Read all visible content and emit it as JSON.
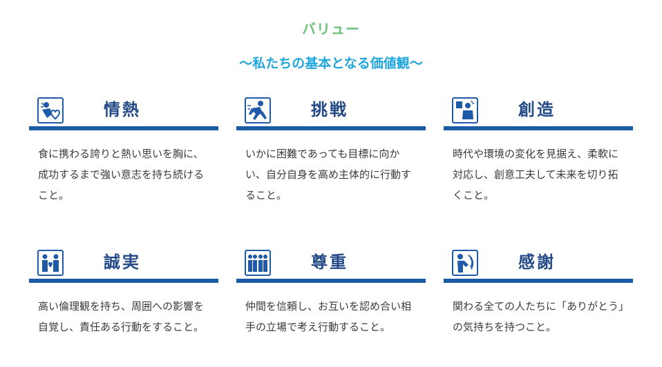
{
  "section": {
    "title": "バリュー",
    "subtitle": "〜私たちの基本となる価値観〜"
  },
  "colors": {
    "title_green": "#6cbf7a",
    "subtitle_blue": "#1fa6dc",
    "heading_navy": "#234a86",
    "rule_blue": "#1b5ba5",
    "icon_blue": "#1f5aa8"
  },
  "values": [
    {
      "icon": "passion-icon",
      "title": "情熱",
      "description": "食に携わる誇りと熱い思いを胸に、成功するまで強い意志を持ち続けること。"
    },
    {
      "icon": "challenge-icon",
      "title": "挑戦",
      "description": "いかに困難であっても目標に向かい、自分自身を高め主体的に行動すること。"
    },
    {
      "icon": "creation-icon",
      "title": "創造",
      "description": "時代や環境の変化を見据え、柔軟に対応し、創意工夫して未来を切り拓くこと。"
    },
    {
      "icon": "sincerity-icon",
      "title": "誠実",
      "description": "高い倫理観を持ち、周囲への影響を自覚し、責任ある行動をすること。"
    },
    {
      "icon": "respect-icon",
      "title": "尊重",
      "description": "仲間を信頼し、お互いを認め合い相手の立場で考え行動すること。"
    },
    {
      "icon": "gratitude-icon",
      "title": "感謝",
      "description": "関わる全ての人たちに「ありがとう」の気持ちを持つこと。"
    }
  ]
}
